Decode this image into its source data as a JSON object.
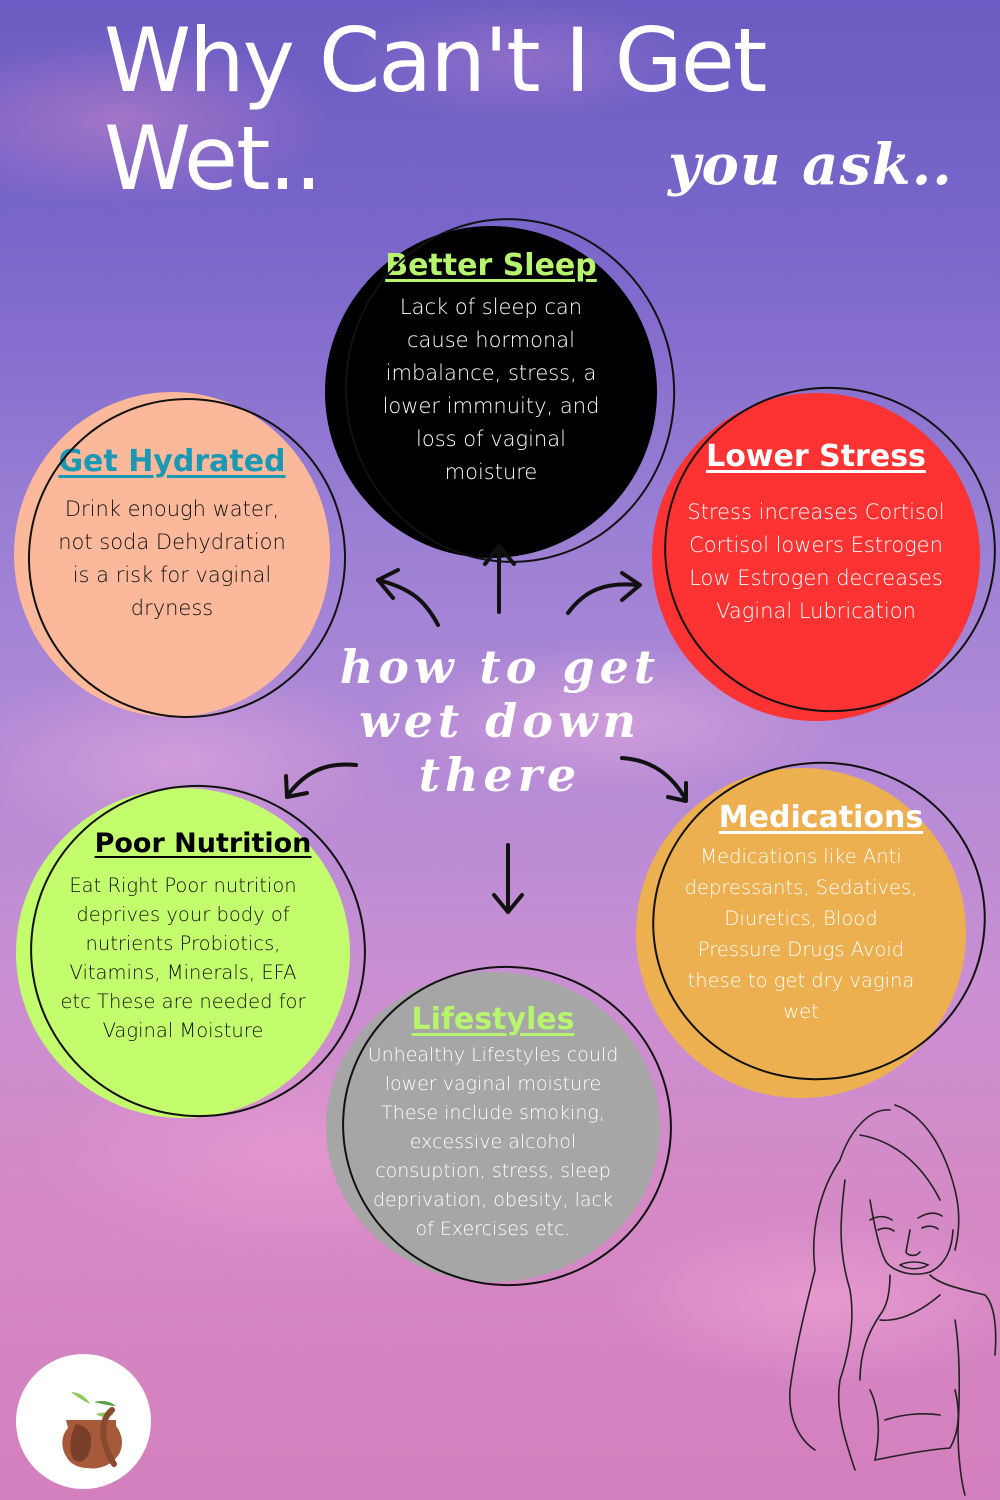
{
  "header": {
    "title_line1": "Why Can't I Get",
    "title_line2": "Wet..",
    "subtitle": "you ask.."
  },
  "center": {
    "line1": "how to get",
    "line2": "wet down",
    "line3": "there"
  },
  "cards": [
    {
      "id": "better-sleep",
      "title": " Better Sleep",
      "lines": [
        "Lack of sleep can",
        "cause hormonal",
        "imbalance, stress, a",
        "lower immnuity, and",
        "loss of vaginal",
        "moisture"
      ],
      "fill": "#000000",
      "title_color": "#b8f56e",
      "text_color": "#ffffff"
    },
    {
      "id": "get-hydrated",
      "title": "Get Hydrated",
      "lines": [
        "Drink enough water,",
        "not soda Dehydration",
        "is a risk for vaginal",
        "dryness"
      ],
      "fill": "#fbb89a",
      "title_color": "#1a98b4",
      "text_color": "#111111"
    },
    {
      "id": "lower-stress",
      "title": "Lower Stress",
      "lines": [
        "Stress increases Cortisol",
        "Cortisol lowers Estrogen",
        "Low Estrogen decreases",
        "Vaginal Lubrication"
      ],
      "fill": "#fd3232",
      "title_color": "#ffffff",
      "text_color": "#ffffff"
    },
    {
      "id": "poor-nutrition",
      "title": "Poor Nutrition",
      "lines": [
        "Eat Right Poor nutrition",
        "deprives your body of",
        "nutrients Probiotics,",
        "Vitamins, Minerals, EFA",
        "etc These are needed for",
        "Vaginal Moisture"
      ],
      "fill": "#c3fc6d",
      "title_color": "#000000",
      "text_color": "#111111"
    },
    {
      "id": "medications",
      "title": "Medications",
      "lines": [
        "Medications like Anti",
        "depressants, Sedatives,",
        "Diuretics, Blood",
        "Pressure Drugs Avoid",
        "these to get dry vagina",
        "wet"
      ],
      "fill": "#edb051",
      "title_color": "#ffffff",
      "text_color": "#ffffff"
    },
    {
      "id": "lifestyles",
      "title": "Lifestyles",
      "lines": [
        "Unhealthy Lifestyles could",
        "lower vaginal moisture",
        "These include smoking,",
        "excessive alcohol",
        "consuption, stress, sleep",
        "deprivation, obesity, lack",
        "of Exercises etc."
      ],
      "fill": "#a6a6a6",
      "title_color": "#b8f56e",
      "text_color": "#ffffff"
    }
  ],
  "decorations": {
    "arrow_icon": "curved-arrow-icon",
    "logo_icon": "mortar-pestle-herbs-logo",
    "illustration": "woman-line-art"
  }
}
